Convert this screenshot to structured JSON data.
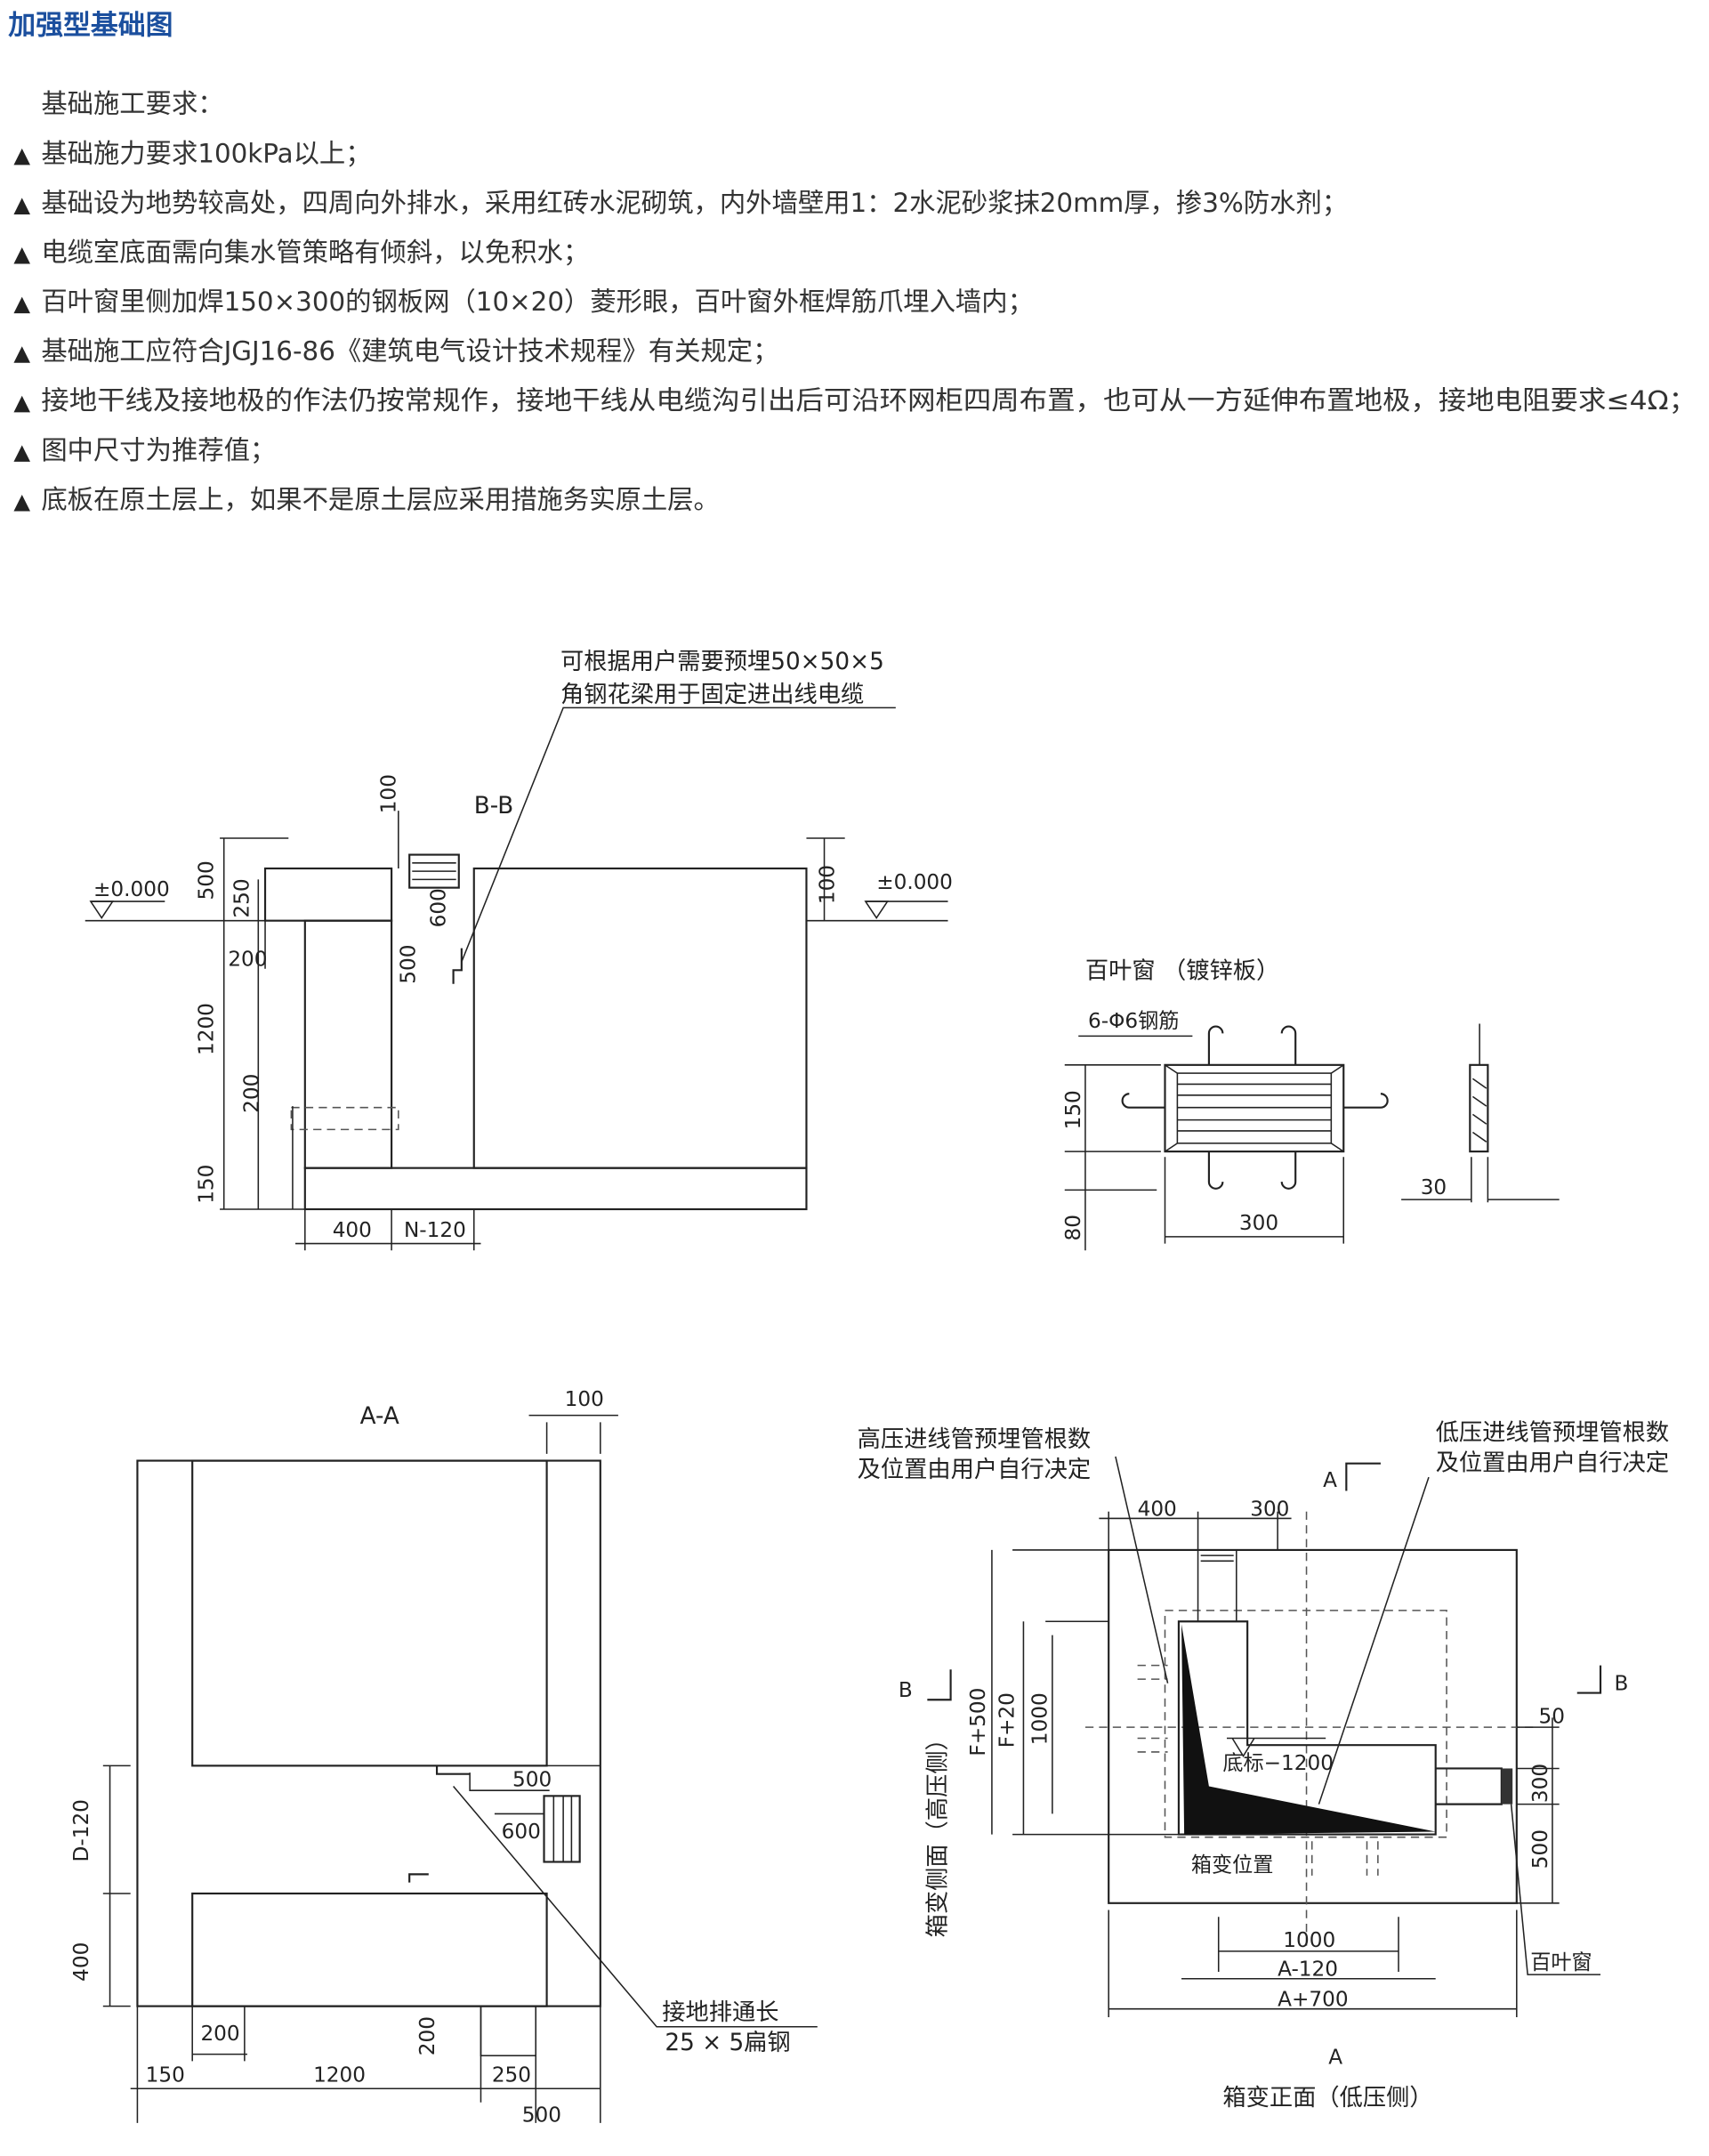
{
  "doc": {
    "title": "加强型基础图",
    "intro": "基础施工要求：",
    "items": [
      "基础施力要求100kPa以上；",
      "基础设为地势较高处，四周向外排水，采用红砖水泥砌筑，内外墙壁用1：2水泥砂浆抹20mm厚，掺3%防水剂；",
      "电缆室底面需向集水管策略有倾斜，以免积水；",
      "百叶窗里侧加焊150×300的钢板网（10×20）菱形眼，百叶窗外框焊筋爪埋入墙内；",
      "基础施工应符合JGJ16-86《建筑电气设计技术规程》有关规定；",
      "接地干线及接地极的作法仍按常规作，接地干线从电缆沟引出后可沿环网柜四周布置，也可从一方延伸布置地极，接地电阻要求≤4Ω；",
      "图中尺寸为推荐值；",
      "底板在原土层上，如果不是原土层应采用措施务实原土层。"
    ],
    "bullet_icon": "triangle-bullet-icon"
  },
  "bb": {
    "section": "B-B",
    "note1": "可根据用户需要预埋50×50×5",
    "note2": "角钢花梁用于固定进出线电缆",
    "level_left": "±0.000",
    "level_right": "±0.000",
    "dims": {
      "d100top": "100",
      "d500": "500",
      "d250": "250",
      "d200a": "200",
      "d1200": "1200",
      "d200b": "200",
      "d150": "150",
      "d600": "600",
      "d500b": "500",
      "d100r": "100",
      "d400": "400",
      "dN": "N-120"
    }
  },
  "louver": {
    "title": "百叶窗  （镀锌板）",
    "rebar": "6-Φ6钢筋",
    "d150": "150",
    "d80": "80",
    "d300": "300",
    "d30": "30"
  },
  "aa": {
    "section": "A-A",
    "d100": "100",
    "d500": "500",
    "d600": "600",
    "dD": "D-120",
    "d400": "400",
    "d200a": "200",
    "d200b": "200",
    "d150": "150",
    "d1200": "1200",
    "d250": "250",
    "d500b": "500",
    "note1": "接地排通长",
    "note2": "25 × 5扁钢"
  },
  "front": {
    "hv_note1": "高压进线管预埋管根数",
    "hv_note2": "及位置由用户自行决定",
    "lv_note1": "低压进线管预埋管根数",
    "lv_note2": "及位置由用户自行决定",
    "markA_top": "A",
    "markA_bottom": "A",
    "markB_left": "B",
    "markB_right": "B",
    "d400": "400",
    "d300": "300",
    "dF500": "F+500",
    "dF20": "F+20",
    "d1000v": "1000",
    "elev": "底标−1200",
    "position": "箱变位置",
    "d50": "50",
    "d300r": "300",
    "d500r": "500",
    "louver": "百叶窗",
    "d1000h": "1000",
    "dA120": "A-120",
    "dA700": "A+700",
    "side_label": "箱变侧面（高压侧）",
    "front_label": "箱变正面（低压侧）"
  }
}
